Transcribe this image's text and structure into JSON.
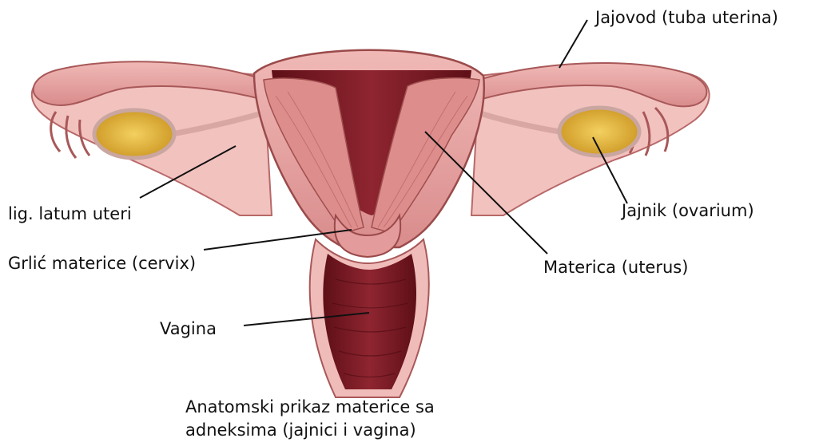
{
  "labels": {
    "tuba": "Jajovod (tuba uterina)",
    "ligament": "lig. latum uteri",
    "ovarium": "Jajnik (ovarium)",
    "cervix": "Grlić materice (cervix)",
    "uterus": "Materica (uterus)",
    "vagina": "Vagina"
  },
  "caption": {
    "line1": "Anatomski prikaz materice sa",
    "line2": "adneksima (jajnici i vagina)"
  },
  "colors": {
    "tissue": "#e7a3a3",
    "tissue_dark": "#c96a6a",
    "cavity": "#7a1a22",
    "muscle": "#d98282",
    "ovary": "#e4b53a",
    "outline": "#8a3b3b"
  }
}
